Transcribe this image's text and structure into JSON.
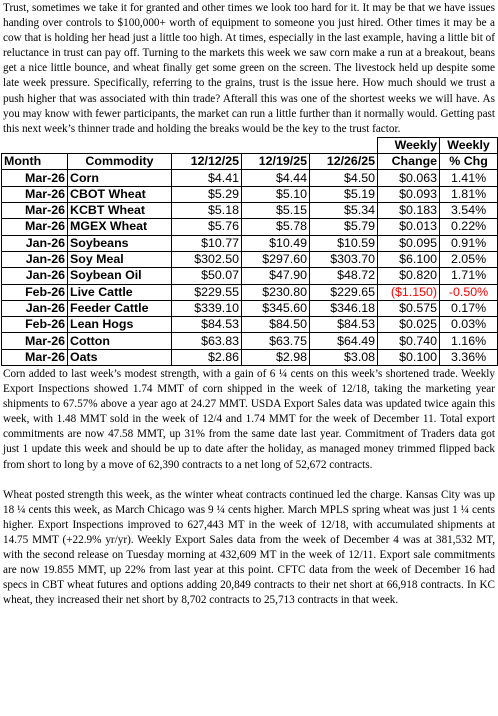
{
  "paragraphs": {
    "intro": "Trust, sometimes we take it for granted and other times we look too hard for it. It may be that we have issues handing over controls to $100,000+ worth of equipment to someone you just hired. Other times it may be a cow that is holding her head just a little too high. At times, especially in the last example, having a little bit of reluctance in trust can pay off. Turning to the markets this week we saw corn make a run at a breakout, beans get a nice little bounce, and wheat finally get some green on the screen. The livestock held up despite some late week pressure. Specifically, referring to the grains, trust is the issue here. How much should we trust a push higher that was associated with thin trade? Afterall this was one of the shortest weeks we will have. As you may know with fewer participants, the market can run a little further than it normally would. Getting past this next week’s thinner trade and holding the breaks would be the key to the trust factor.",
    "corn": "Corn added to last week’s modest strength, with a gain of 6 ¼ cents on this week’s shortened trade. Weekly Export Inspections showed 1.74 MMT of corn shipped in the week of 12/18, taking the marketing year shipments to 67.57% above a year ago at 24.27 MMT. USDA Export Sales data was updated twice again this week, with 1.48 MMT sold in the week of 12/4 and 1.74 MMT for the week of December 11. Total export commitments are now 47.58 MMT, up 31% from the same date last year. Commitment of Traders data got just 1 update this week and should be up to date after the holiday, as managed money trimmed flipped back from short to long by a move of 62,390 contracts to a net long of 52,672 contracts.",
    "wheat": "Wheat posted strength this week, as the winter wheat contracts continued led the charge. Kansas City was up 18 ¼ cents this week, as March Chicago was 9 ¼ cents higher. March MPLS spring wheat was just 1 ¼ cents higher. Export Inspections improved to 627,443 MT in the week of 12/18, with accumulated shipments at 14.75 MMT (+22.9% yr/yr). Weekly Export Sales data from the week of December 4 was at 381,532 MT, with the second release on Tuesday morning at 432,609 MT in the week of 12/11. Export sale commitments are now 19.855 MMT, up 22% from last year at this point. CFTC data from the week of December 16 had specs in CBT wheat futures and options adding 20,849 contracts to their net short at 66,918 contracts. In KC wheat, they increased their net short by 8,702 contracts to 25,713 contracts in that week."
  },
  "table": {
    "header_top": {
      "weekly1": "Weekly",
      "weekly2": "Weekly"
    },
    "header": [
      "Month",
      "Commodity",
      "12/12/25",
      "12/19/25",
      "12/26/25",
      "Change",
      "% Chg"
    ],
    "rows": [
      {
        "month": "Mar-26",
        "commodity": "Corn",
        "w1": "$4.41",
        "w2": "$4.44",
        "w3": "$4.50",
        "change": "$0.063",
        "pct": "1.41%"
      },
      {
        "month": "Mar-26",
        "commodity": "CBOT Wheat",
        "w1": "$5.29",
        "w2": "$5.10",
        "w3": "$5.19",
        "change": "$0.093",
        "pct": "1.81%"
      },
      {
        "month": "Mar-26",
        "commodity": "KCBT Wheat",
        "w1": "$5.18",
        "w2": "$5.15",
        "w3": "$5.34",
        "change": "$0.183",
        "pct": "3.54%"
      },
      {
        "month": "Mar-26",
        "commodity": "MGEX Wheat",
        "w1": "$5.76",
        "w2": "$5.78",
        "w3": "$5.79",
        "change": "$0.013",
        "pct": "0.22%"
      },
      {
        "month": "Jan-26",
        "commodity": "Soybeans",
        "w1": "$10.77",
        "w2": "$10.49",
        "w3": "$10.59",
        "change": "$0.095",
        "pct": "0.91%"
      },
      {
        "month": "Jan-26",
        "commodity": "Soy Meal",
        "w1": "$302.50",
        "w2": "$297.60",
        "w3": "$303.70",
        "change": "$6.100",
        "pct": "2.05%"
      },
      {
        "month": "Jan-26",
        "commodity": "Soybean Oil",
        "w1": "$50.07",
        "w2": "$47.90",
        "w3": "$48.72",
        "change": "$0.820",
        "pct": "1.71%"
      },
      {
        "month": "Feb-26",
        "commodity": "Live Cattle",
        "w1": "$229.55",
        "w2": "$230.80",
        "w3": "$229.65",
        "change": "($1.150)",
        "pct": "-0.50%",
        "negative": true
      },
      {
        "month": "Jan-26",
        "commodity": "Feeder Cattle",
        "w1": "$339.10",
        "w2": "$345.60",
        "w3": "$346.18",
        "change": "$0.575",
        "pct": "0.17%"
      },
      {
        "month": "Feb-26",
        "commodity": "Lean Hogs",
        "w1": "$84.53",
        "w2": "$84.50",
        "w3": "$84.53",
        "change": "$0.025",
        "pct": "0.03%"
      },
      {
        "month": "Mar-26",
        "commodity": "Cotton",
        "w1": "$63.83",
        "w2": "$63.75",
        "w3": "$64.49",
        "change": "$0.740",
        "pct": "1.16%"
      },
      {
        "month": "Mar-26",
        "commodity": "Oats",
        "w1": "$2.86",
        "w2": "$2.98",
        "w3": "$3.08",
        "change": "$0.100",
        "pct": "3.36%"
      }
    ]
  },
  "colors": {
    "negative": "#ff0000",
    "text": "#000000"
  }
}
